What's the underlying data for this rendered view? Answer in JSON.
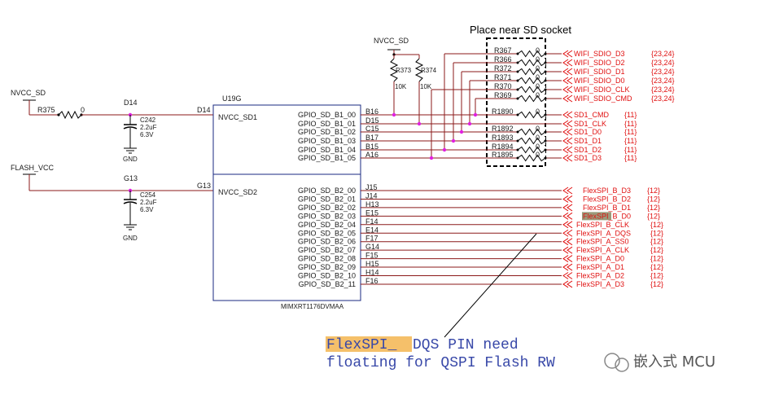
{
  "header": {
    "place_near": "Place near SD socket"
  },
  "power": {
    "nvcc_sd_left": "NVCC_SD",
    "nvcc_sd_top": "NVCC_SD",
    "flash_vcc": "FLASH_VCC",
    "r375": "R375",
    "r375_val": "0",
    "d14_top": "D14",
    "d14_pin": "D14",
    "g13_top": "G13",
    "g13_pin": "G13",
    "c242": "C242",
    "c242_val": "2.2uF",
    "c242_v": "6.3V",
    "c254": "C254",
    "c254_val": "2.2uF",
    "c254_v": "6.3V",
    "gnd1": "GND",
    "gnd2": "GND",
    "r373": "R373",
    "r374": "R374",
    "r373_val": "10K",
    "r374_val": "10K"
  },
  "chip": {
    "unit": "U19G",
    "part": "MIMXRT1176DVMAA",
    "bank1_pwr": "NVCC_SD1",
    "bank2_pwr": "NVCC_SD2",
    "bank1": [
      {
        "pin": "GPIO_SD_B1_00",
        "ball": "B16"
      },
      {
        "pin": "GPIO_SD_B1_01",
        "ball": "D15"
      },
      {
        "pin": "GPIO_SD_B1_02",
        "ball": "C15"
      },
      {
        "pin": "GPIO_SD_B1_03",
        "ball": "B17"
      },
      {
        "pin": "GPIO_SD_B1_04",
        "ball": "B15"
      },
      {
        "pin": "GPIO_SD_B1_05",
        "ball": "A16"
      }
    ],
    "bank2": [
      {
        "pin": "GPIO_SD_B2_00",
        "ball": "J15"
      },
      {
        "pin": "GPIO_SD_B2_01",
        "ball": "J14"
      },
      {
        "pin": "GPIO_SD_B2_02",
        "ball": "H13"
      },
      {
        "pin": "GPIO_SD_B2_03",
        "ball": "E15"
      },
      {
        "pin": "GPIO_SD_B2_04",
        "ball": "F14"
      },
      {
        "pin": "GPIO_SD_B2_05",
        "ball": "E14"
      },
      {
        "pin": "GPIO_SD_B2_06",
        "ball": "F17"
      },
      {
        "pin": "GPIO_SD_B2_07",
        "ball": "G14"
      },
      {
        "pin": "GPIO_SD_B2_08",
        "ball": "F15"
      },
      {
        "pin": "GPIO_SD_B2_09",
        "ball": "H15"
      },
      {
        "pin": "GPIO_SD_B2_10",
        "ball": "H14"
      },
      {
        "pin": "GPIO_SD_B2_11",
        "ball": "F16"
      }
    ]
  },
  "wifi_nets": [
    {
      "res": "R367",
      "val": "0",
      "net": "WIFI_SDIO_D3",
      "ref": "{23,24}"
    },
    {
      "res": "R366",
      "val": "0",
      "net": "WIFI_SDIO_D2",
      "ref": "{23,24}"
    },
    {
      "res": "R372",
      "val": "0",
      "net": "WIFI_SDIO_D1",
      "ref": "{23,24}"
    },
    {
      "res": "R371",
      "val": "0",
      "net": "WIFI_SDIO_D0",
      "ref": "{23,24}"
    },
    {
      "res": "R370",
      "val": "0",
      "net": "WIFI_SDIO_CLK",
      "ref": "{23,24}"
    },
    {
      "res": "R369",
      "val": "0",
      "net": "WIFI_SDIO_CMD",
      "ref": "{23,24}"
    }
  ],
  "sd_nets": [
    {
      "res": "R1890",
      "val": "0",
      "net": "SD1_CMD",
      "ref": "{11}"
    },
    {
      "res": "",
      "val": "",
      "net": "SD1_CLK",
      "ref": "{11}"
    },
    {
      "res": "R1892",
      "val": "0",
      "net": "SD1_D0",
      "ref": "{11}"
    },
    {
      "res": "R1893",
      "val": "0",
      "net": "SD1_D1",
      "ref": "{11}"
    },
    {
      "res": "R1894",
      "val": "0",
      "net": "SD1_D2",
      "ref": "{11}"
    },
    {
      "res": "R1895",
      "val": "0",
      "net": "SD1_D3",
      "ref": "{11}"
    }
  ],
  "flex_nets": [
    {
      "net": "FlexSPI_B_D3",
      "ref": "{12}"
    },
    {
      "net": "FlexSPI_B_D2",
      "ref": "{12}"
    },
    {
      "net": "FlexSPI_B_D1",
      "ref": "{12}"
    },
    {
      "net": "FlexSPI_B_D0",
      "ref": "{12}"
    },
    {
      "net": "FlexSPI_B_CLK",
      "ref": "{12}"
    },
    {
      "net": "FlexSPI_A_DQS",
      "ref": "{12}"
    },
    {
      "net": "FlexSPI_A_SS0",
      "ref": "{12}"
    },
    {
      "net": "FlexSPI_A_CLK",
      "ref": "{12}"
    },
    {
      "net": "FlexSPI_A_D0",
      "ref": "{12}"
    },
    {
      "net": "FlexSPI_A_D1",
      "ref": "{12}"
    },
    {
      "net": "FlexSPI_A_D2",
      "ref": "{12}"
    },
    {
      "net": "FlexSPI_A_D3",
      "ref": "{12}"
    }
  ],
  "note": {
    "highlight": "FlexSPI_",
    "line1_rest": "DQS PIN need",
    "line2": "floating for QSPI Flash RW"
  },
  "watermark": "嵌入式 MCU",
  "colors": {
    "wire": "#8b1a1a",
    "net_red": "#e01010",
    "dot": "#e020e0",
    "highlight": "#f5c06a",
    "note_blue": "#3848a8"
  }
}
